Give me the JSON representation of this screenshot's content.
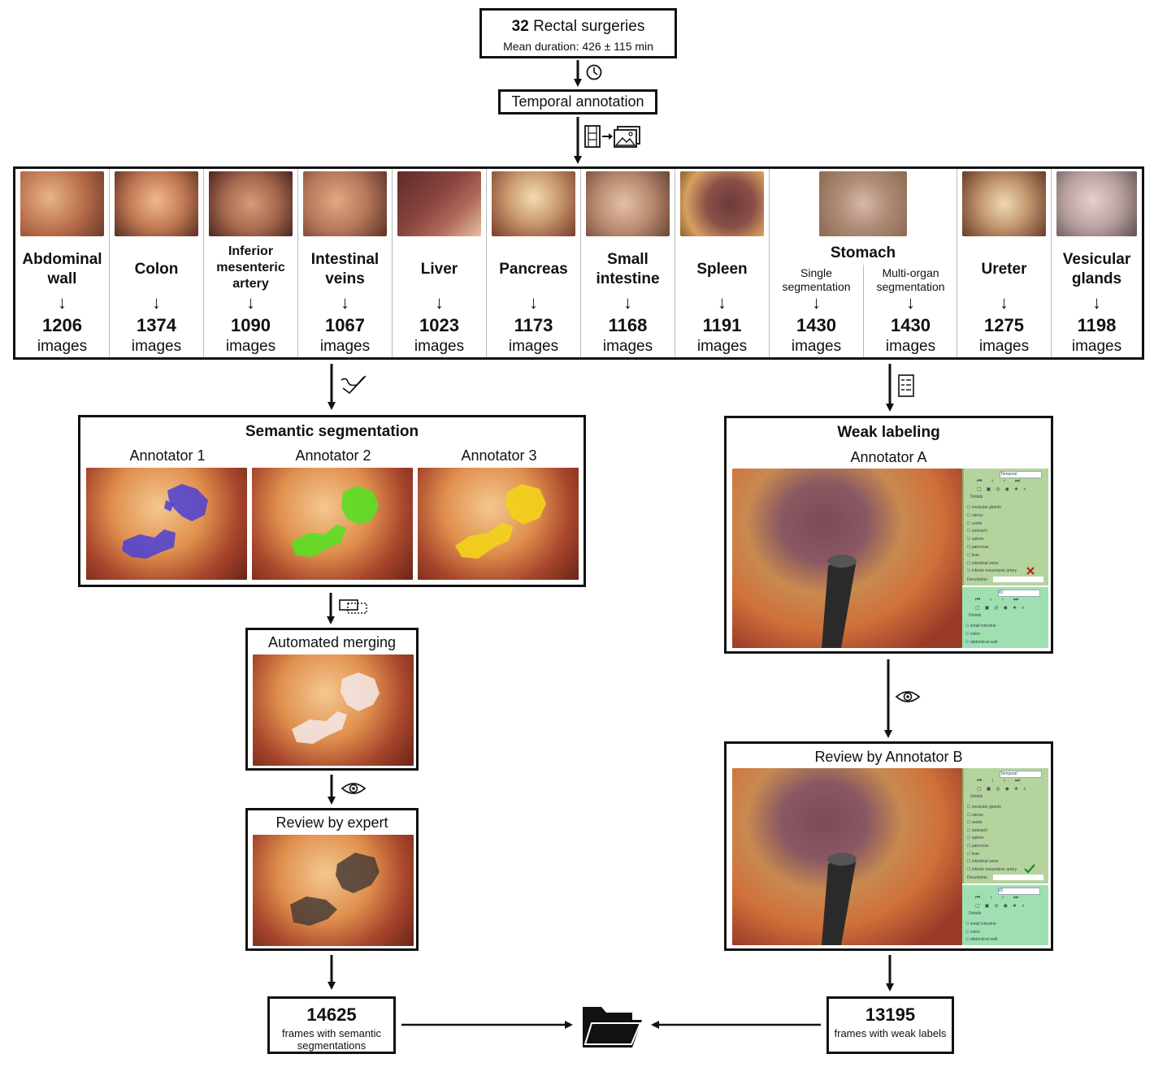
{
  "top": {
    "count": "32",
    "label": "Rectal surgeries",
    "duration": "Mean duration: 426 ± 115 min"
  },
  "temporal": "Temporal annotation",
  "organs": [
    {
      "name": "Abdominal wall",
      "count": "1206",
      "unit": "images",
      "color": "#c48a6a"
    },
    {
      "name": "Colon",
      "count": "1374",
      "unit": "images",
      "color": "#c27a55"
    },
    {
      "name": "Inferior mesenteric artery",
      "count": "1090",
      "unit": "images",
      "color": "#a86a4f"
    },
    {
      "name": "Intestinal veins",
      "count": "1067",
      "unit": "images",
      "color": "#b5765a"
    },
    {
      "name": "Liver",
      "count": "1023",
      "unit": "images",
      "color": "#7a3a35"
    },
    {
      "name": "Pancreas",
      "count": "1173",
      "unit": "images",
      "color": "#c99a6e"
    },
    {
      "name": "Small intestine",
      "count": "1168",
      "unit": "images",
      "color": "#b88a70"
    },
    {
      "name": "Spleen",
      "count": "1191",
      "unit": "images",
      "color": "#8a5048"
    }
  ],
  "stomach": {
    "name": "Stomach",
    "color": "#b08c78",
    "single": {
      "label": "Single segmentation",
      "count": "1430",
      "unit": "images"
    },
    "multi": {
      "label": "Multi-organ segmentation",
      "count": "1430",
      "unit": "images"
    }
  },
  "organs_right": [
    {
      "name": "Ureter",
      "count": "1275",
      "unit": "images",
      "color": "#c29870"
    },
    {
      "name": "Vesicular glands",
      "count": "1198",
      "unit": "images",
      "color": "#b8a0a0"
    }
  ],
  "semantic": {
    "title": "Semantic segmentation",
    "annotators": [
      "Annotator 1",
      "Annotator 2",
      "Annotator 3"
    ],
    "mask_colors": [
      "#4b3fd6",
      "#55e022",
      "#f3d21a"
    ]
  },
  "merging": {
    "title": "Automated merging",
    "mask_color": "#f2e6e4"
  },
  "expert": {
    "title": "Review by expert",
    "mask_color": "#4a3d36"
  },
  "weak": {
    "title": "Weak labeling",
    "annotator": "Annotator A"
  },
  "review_b": {
    "title": "Review by Annotator B"
  },
  "ui": {
    "dropdown1": "Temporal",
    "dropdown2": "ID",
    "details": "Details",
    "description": "Description",
    "items1": [
      "vesicular glands",
      "uterus",
      "ureter",
      "stomach",
      "spleen",
      "pancreas",
      "liver",
      "intestinal veins",
      "inferior mesenteric artery"
    ],
    "items2": [
      "small intestine",
      "colon",
      "abdominal wall"
    ]
  },
  "final_semantic": {
    "count": "14625",
    "text": "frames with semantic segmentations"
  },
  "final_weak": {
    "count": "13195",
    "text": "frames with weak labels"
  }
}
